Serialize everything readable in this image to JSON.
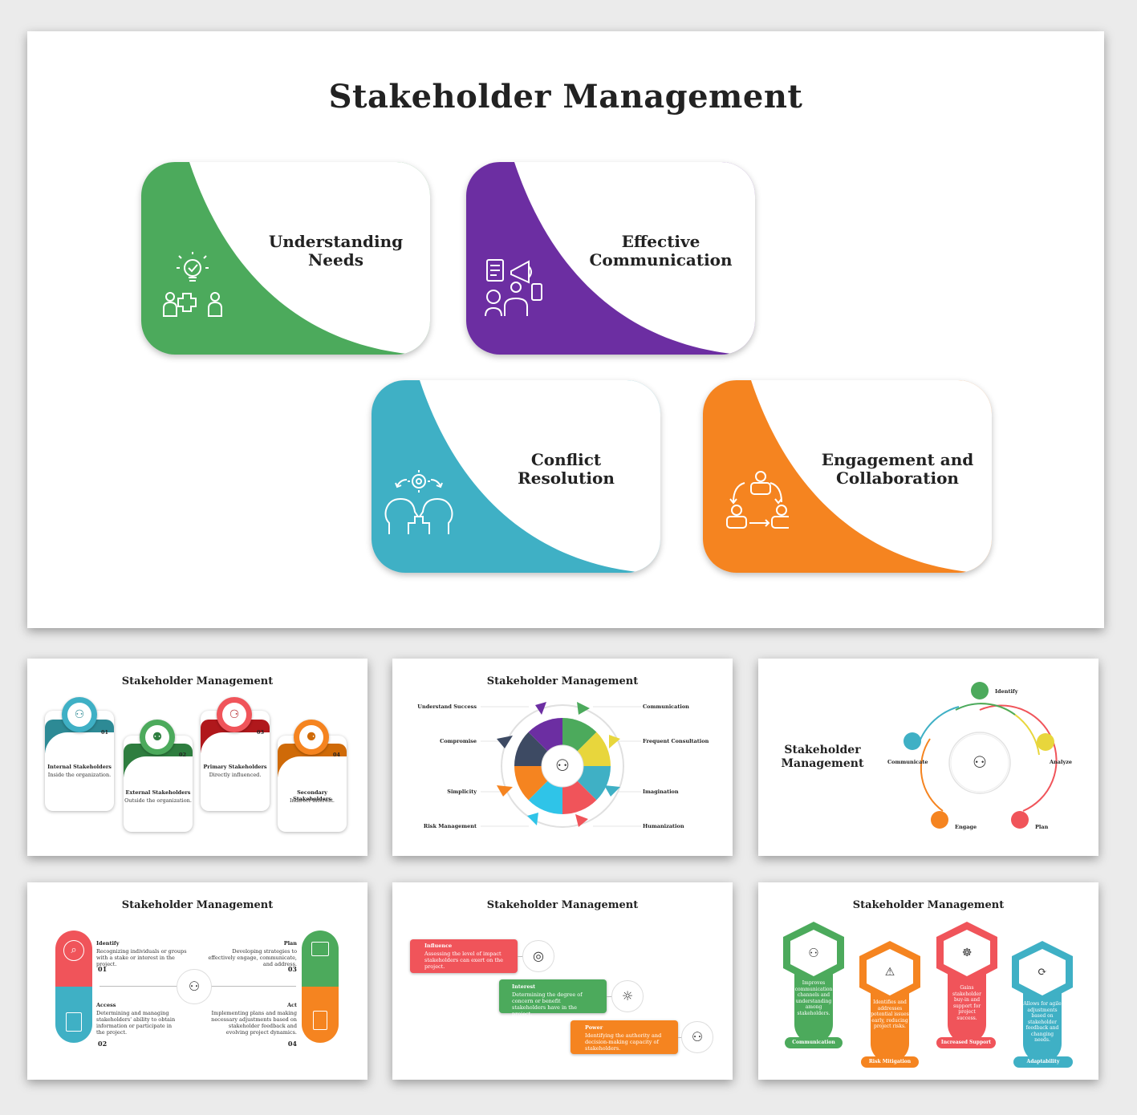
{
  "main": {
    "title": "Stakeholder Management",
    "cards": [
      {
        "title_line1": "Understanding",
        "title_line2": "Needs",
        "color": "#4caa5c",
        "icon": "lightbulb-people-icon"
      },
      {
        "title_line1": "Effective",
        "title_line2": "Communication",
        "color": "#6c2ea2",
        "icon": "communication-icon"
      },
      {
        "title_line1": "Conflict",
        "title_line2": "Resolution",
        "color": "#3fb0c5",
        "icon": "conflict-heads-gear-icon"
      },
      {
        "title_line1": "Engagement and",
        "title_line2": "Collaboration",
        "color": "#f58420",
        "icon": "collaboration-cycle-icon"
      }
    ]
  },
  "thumb1": {
    "title": "Stakeholder Management",
    "items": [
      {
        "num": "01",
        "title": "Internal Stakeholders",
        "desc": "Inside the organization.",
        "color": "#2d8a95"
      },
      {
        "num": "02",
        "title": "External Stakeholders",
        "desc": "Outside the organization.",
        "color": "#2e7d3f"
      },
      {
        "num": "03",
        "title": "Primary Stakeholders",
        "desc": "Directly influenced.",
        "color": "#b0181c"
      },
      {
        "num": "04",
        "title": "Secondary Stakeholders",
        "desc": "Indirect interest.",
        "color": "#cf6a08"
      }
    ]
  },
  "thumb2": {
    "title": "Stakeholder Management",
    "left": [
      "Understand Success",
      "Compromise",
      "Simplicity",
      "Risk Management"
    ],
    "right": [
      "Communication",
      "Frequent Consultation",
      "Imagination",
      "Humanization"
    ]
  },
  "thumb3": {
    "title_line1": "Stakeholder",
    "title_line2": "Management",
    "labels": {
      "identify": "Identify",
      "analyze": "Analyze",
      "plan": "Plan",
      "engage": "Engage",
      "communicate": "Communicate"
    }
  },
  "thumb4": {
    "title": "Stakeholder Management",
    "identify": {
      "title": "Identify",
      "desc": "Recognizing individuals or groups with a stake or interest in the project.",
      "num": "01"
    },
    "access": {
      "title": "Access",
      "desc": "Determining and managing stakeholders' ability to obtain information or participate in the project.",
      "num": "02"
    },
    "plan": {
      "title": "Plan",
      "desc": "Developing strategies to effectively engage, communicate, and address.",
      "num": "03"
    },
    "act": {
      "title": "Act",
      "desc": "Implementing plans and making necessary adjustments based on stakeholder feedback and evolving project dynamics.",
      "num": "04"
    }
  },
  "thumb5": {
    "title": "Stakeholder Management",
    "items": [
      {
        "title": "Influence",
        "desc": "Assessing the level of impact stakeholders can exert on the project.",
        "color": "#f0545a"
      },
      {
        "title": "Interest",
        "desc": "Determining the degree of concern or benefit stakeholders have in the project.",
        "color": "#4caa5c"
      },
      {
        "title": "Power",
        "desc": "Identifying the authority and decision-making capacity of stakeholders.",
        "color": "#f58420"
      }
    ]
  },
  "thumb6": {
    "title": "Stakeholder Management",
    "items": [
      {
        "label": "Communication",
        "desc": "Improves communication channels and understanding among stakeholders.",
        "color": "#4caa5c"
      },
      {
        "label": "Risk Mitigation",
        "desc": "Identifies and addresses potential issues early, reducing project risks.",
        "color": "#f58420"
      },
      {
        "label": "Increased Support",
        "desc": "Gains stakeholder buy-in and support for project success.",
        "color": "#f0545a"
      },
      {
        "label": "Adaptability",
        "desc": "Allows for agile adjustments based on stakeholder feedback and changing needs.",
        "color": "#3fb0c5"
      }
    ]
  }
}
